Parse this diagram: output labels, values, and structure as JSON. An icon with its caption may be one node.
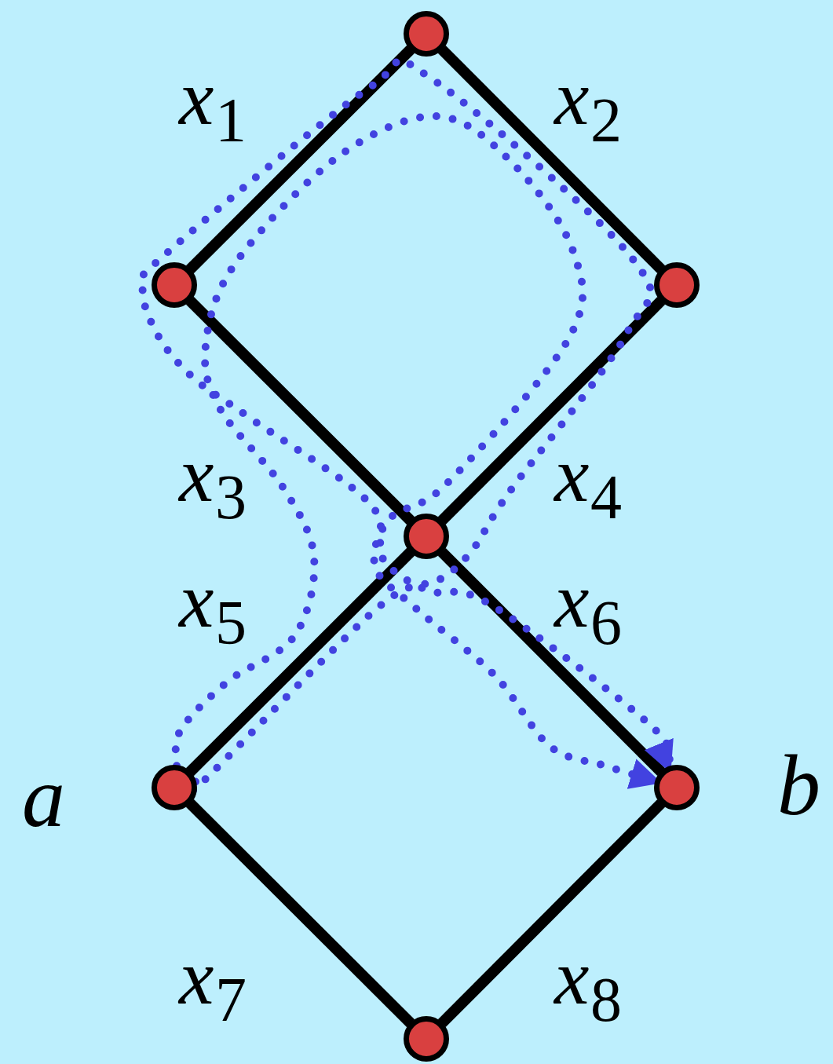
{
  "diagram": {
    "nodes": [
      {
        "text": [],
        "shape": "circle"
      },
      {
        "text": [],
        "shape": "circle"
      },
      {
        "text": [],
        "shape": "circle"
      },
      {
        "text": [],
        "shape": "circle"
      },
      {
        "text": [],
        "shape": "circle",
        "beside": [
          "a"
        ]
      },
      {
        "text": [],
        "shape": "circle",
        "beside": [
          "b"
        ]
      },
      {
        "text": [],
        "shape": "circle"
      }
    ],
    "edges": [
      {
        "from": 0,
        "to": 1,
        "arrow": "none",
        "label": "x$_{1}$"
      },
      {
        "from": 0,
        "to": 2,
        "arrow": "none",
        "label": "x$_{2}$"
      },
      {
        "from": 1,
        "to": 3,
        "arrow": "none",
        "label": "x$_{3}$"
      },
      {
        "from": 2,
        "to": 3,
        "arrow": "none",
        "label": "x$_{4}$"
      },
      {
        "from": 3,
        "to": 4,
        "arrow": "none",
        "label": "x$_{5}$"
      },
      {
        "from": 3,
        "to": 5,
        "arrow": "none",
        "label": "x$_{6}$"
      },
      {
        "from": 4,
        "to": 6,
        "arrow": "none",
        "label": "x$_{7}$"
      },
      {
        "from": 5,
        "to": 6,
        "arrow": "none",
        "label": "x$_{8}$"
      },
      {
        "from": 4,
        "to": 5,
        "arrow": "to",
        "style": "dashed",
        "color": "#4242e0"
      },
      {
        "from": 4,
        "to": 5,
        "arrow": "to",
        "style": "dashed",
        "color": "#4242e0"
      }
    ]
  }
}
